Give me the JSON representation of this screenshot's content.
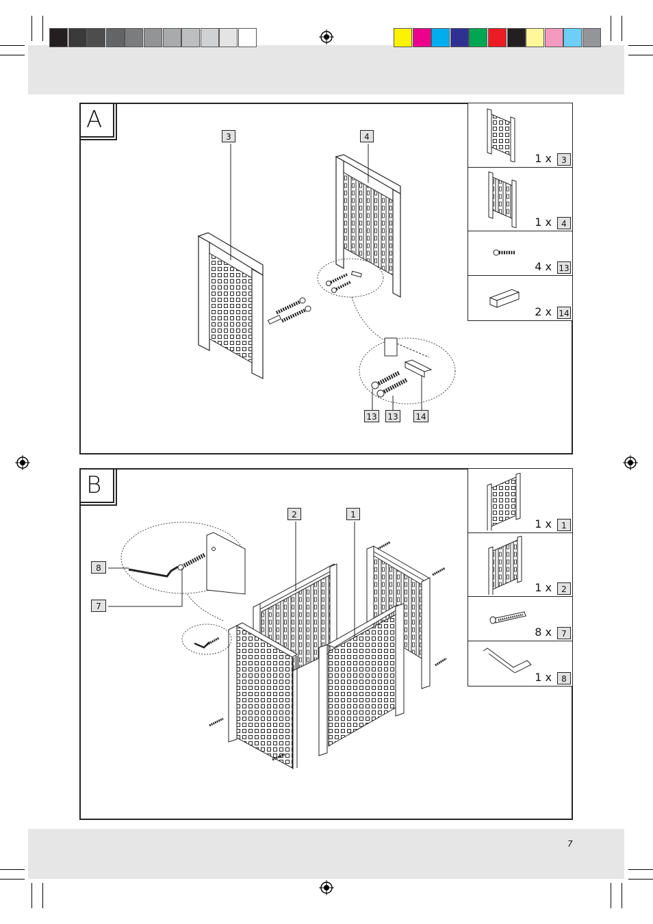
{
  "page_number": "7",
  "color_bar": {
    "grays": [
      "#231f20",
      "#3a3a3a",
      "#4d4d4e",
      "#636466",
      "#7b7c7e",
      "#939496",
      "#a9aaac",
      "#bdbebf",
      "#d0d1d2",
      "#e4e4e5",
      "#ffffff"
    ],
    "colors": [
      "#fff200",
      "#ec008c",
      "#00aeef",
      "#2e3192",
      "#00a651",
      "#ed1c24",
      "#231f20",
      "#fff799",
      "#f49ac1",
      "#6dcff6",
      "#939598"
    ]
  },
  "step_a": {
    "letter": "A",
    "callouts": {
      "c3": "3",
      "c4": "4",
      "c13a": "13",
      "c13b": "13",
      "c14": "14"
    },
    "parts": [
      {
        "qty": "1 x",
        "num": "3",
        "icon": "lattice-panel-icon"
      },
      {
        "qty": "1 x",
        "num": "4",
        "icon": "slat-panel-icon"
      },
      {
        "qty": "4 x",
        "num": "13",
        "icon": "screw-icon"
      },
      {
        "qty": "2 x",
        "num": "14",
        "icon": "wood-block-icon"
      }
    ]
  },
  "step_b": {
    "letter": "B",
    "callouts": {
      "c2": "2",
      "c1": "1",
      "c8": "8",
      "c7": "7"
    },
    "parts": [
      {
        "qty": "1 x",
        "num": "1",
        "icon": "lattice-panel-icon"
      },
      {
        "qty": "1 x",
        "num": "2",
        "icon": "slat-panel-icon"
      },
      {
        "qty": "8 x",
        "num": "7",
        "icon": "bolt-icon"
      },
      {
        "qty": "1 x",
        "num": "8",
        "icon": "allen-key-icon"
      }
    ]
  }
}
